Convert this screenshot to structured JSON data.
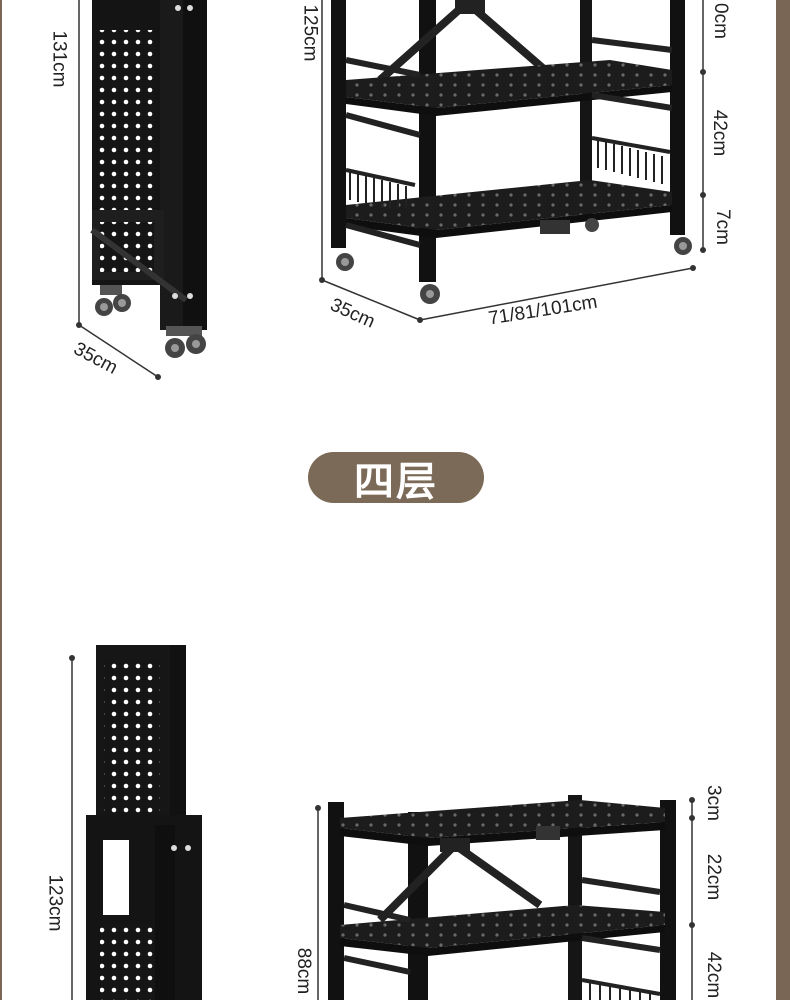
{
  "section_label": "四层",
  "dimensions_top": {
    "folded_height": "131cm",
    "folded_depth": "35cm",
    "open_height": "125cm",
    "open_depth": "35cm",
    "open_width": "71/81/101cm",
    "gap_top": "0cm",
    "gap_middle": "42cm",
    "gap_bottom": "7cm"
  },
  "dimensions_bottom": {
    "folded_height": "123cm",
    "open_height": "88cm",
    "gap_top": "3cm",
    "gap_middle": "22cm",
    "gap_bottom": "42cm"
  },
  "colors": {
    "frame": "#7a6654",
    "pill": "#7b6a57",
    "product": "#1a1a1a"
  }
}
